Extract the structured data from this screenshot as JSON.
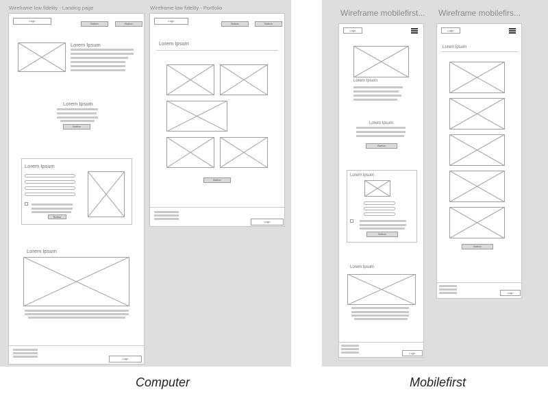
{
  "computer": {
    "caption": "Computer",
    "landing": {
      "title": "Wireframe low fidelity - Landing page",
      "logo": "Logo",
      "nav_button_1": "Button",
      "nav_button_2": "Button",
      "hero_heading": "Lorem Ipsum",
      "center_heading": "Lorem Ipsum",
      "center_button": "Button",
      "form_heading": "Lorem Ipsum",
      "form_button": "Button",
      "media_heading": "Lorem Ipsum",
      "footer_logo": "Logo"
    },
    "portfolio": {
      "title": "Wireframe low fidelity - Portfolio",
      "logo": "Logo",
      "nav_button_1": "Button",
      "nav_button_2": "Button",
      "heading": "Lorem Ipsum",
      "button": "Button",
      "footer_logo": "Logo"
    }
  },
  "mobilefirst": {
    "caption": "Mobilefirst",
    "landing": {
      "title": "Wireframe mobilefirst...",
      "logo": "Logo",
      "heading_1": "Lorem Ipsum",
      "heading_2": "Lorem Ipsum",
      "button_1": "Button",
      "form_heading": "Lorem Ipsum",
      "form_button": "Button",
      "heading_3": "Lorem Ipsum",
      "footer_logo": "Logo"
    },
    "portfolio": {
      "title": "Wireframe mobilefirs...",
      "logo": "Logo",
      "heading": "Lorem Ipsum",
      "button": "Button",
      "footer_logo": "Logo"
    }
  }
}
